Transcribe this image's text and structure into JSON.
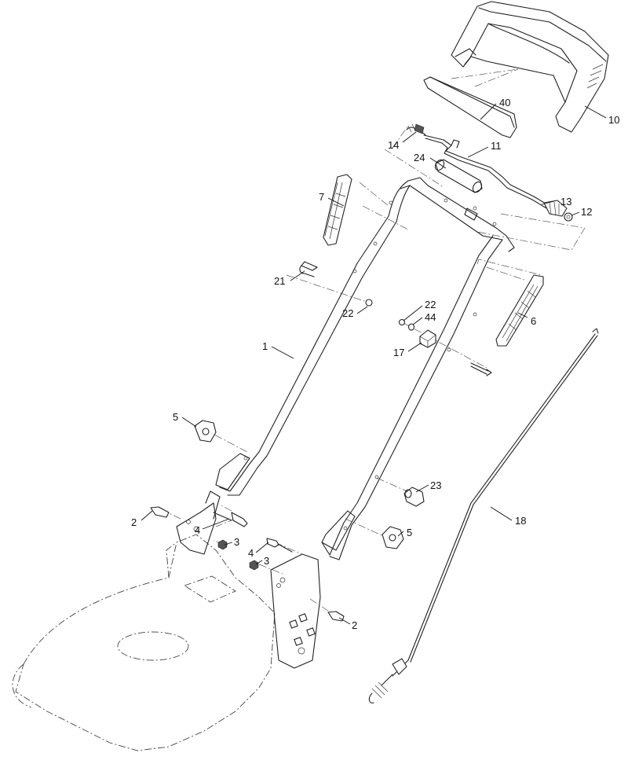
{
  "callouts": [
    {
      "id": "c10",
      "label": "10"
    },
    {
      "id": "c40",
      "label": "40"
    },
    {
      "id": "c14",
      "label": "14"
    },
    {
      "id": "c11",
      "label": "11"
    },
    {
      "id": "c24",
      "label": "24"
    },
    {
      "id": "c13",
      "label": "13"
    },
    {
      "id": "c12",
      "label": "12"
    },
    {
      "id": "c7",
      "label": "7"
    },
    {
      "id": "c21",
      "label": "21"
    },
    {
      "id": "c22a",
      "label": "22"
    },
    {
      "id": "c22b",
      "label": "22"
    },
    {
      "id": "c44",
      "label": "44"
    },
    {
      "id": "c6",
      "label": "6"
    },
    {
      "id": "c17",
      "label": "17"
    },
    {
      "id": "c1",
      "label": "1"
    },
    {
      "id": "c5a",
      "label": "5"
    },
    {
      "id": "c23",
      "label": "23"
    },
    {
      "id": "c18",
      "label": "18"
    },
    {
      "id": "c2a",
      "label": "2"
    },
    {
      "id": "c4a",
      "label": "4"
    },
    {
      "id": "c3a",
      "label": "3"
    },
    {
      "id": "c5b",
      "label": "5"
    },
    {
      "id": "c4b",
      "label": "4"
    },
    {
      "id": "c3b",
      "label": "3"
    },
    {
      "id": "c2b",
      "label": "2"
    }
  ]
}
